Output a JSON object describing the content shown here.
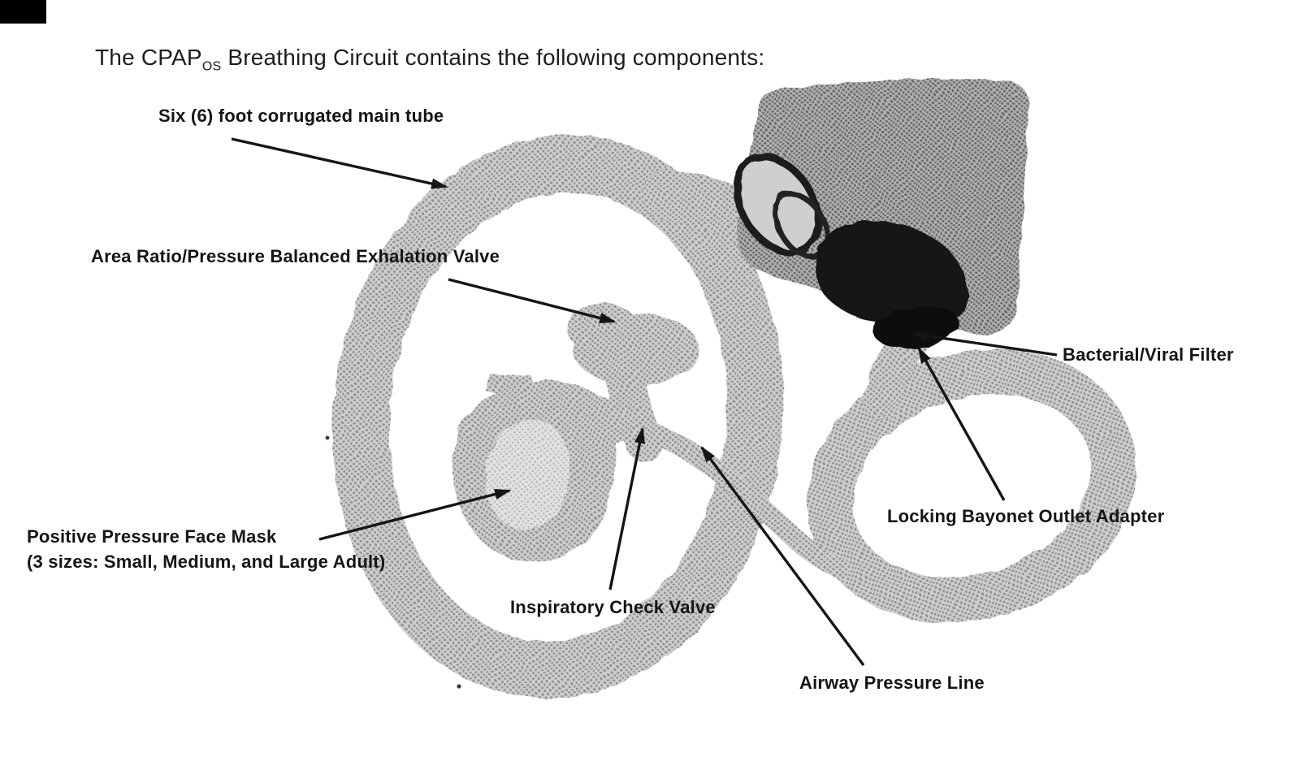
{
  "title": {
    "prefix": "The CPAP",
    "subscript": "OS",
    "suffix": " Breathing Circuit contains the following components:"
  },
  "labels": {
    "main_tube": "Six (6) foot corrugated main tube",
    "exhalation_valve": "Area Ratio/Pressure Balanced Exhalation Valve",
    "bacterial_viral_filter": "Bacterial/Viral Filter",
    "face_mask_line1": "Positive Pressure Face Mask",
    "face_mask_line2": "(3 sizes: Small, Medium, and Large Adult)",
    "locking_bayonet": "Locking Bayonet Outlet Adapter",
    "inspiratory_check_valve": "Inspiratory Check Valve",
    "airway_pressure_line": "Airway Pressure Line"
  },
  "colors": {
    "ink": "#161616",
    "tube_gray": "#a9a9a9",
    "device_gray": "#8f8f8f",
    "device_dark": "#141414",
    "background": "#ffffff"
  }
}
